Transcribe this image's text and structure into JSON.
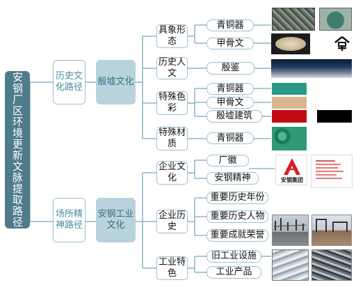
{
  "root": "安钢厂区环境更新文脉提取路径",
  "branches": [
    {
      "path": "历史文化路径",
      "theme": "殷墟文化",
      "groups": [
        {
          "name": "具象形态",
          "items": [
            "青铜器",
            "甲骨文"
          ]
        },
        {
          "name": "历史人文",
          "items": [
            "殷鉴"
          ]
        },
        {
          "name": "特殊色彩",
          "items": [
            "青铜器",
            "甲骨文",
            "殷墟建筑"
          ]
        },
        {
          "name": "特殊材质",
          "items": [
            "青铜器"
          ]
        }
      ]
    },
    {
      "path": "场所精神路径",
      "theme": "安钢工业文化",
      "groups": [
        {
          "name": "企业文化",
          "items": [
            "厂徽",
            "安钢精神"
          ]
        },
        {
          "name": "企业历史",
          "items": [
            "重要历史年份",
            "重要历史人物",
            "重要成就荣誉"
          ]
        },
        {
          "name": "工业特色",
          "items": [
            "旧工业设施",
            "工业产品"
          ]
        }
      ]
    }
  ],
  "logo_text": "安钢集团",
  "swatches": {
    "bronze": "#2a9a86",
    "oracle": "#d8b68c",
    "red": "#c40b14",
    "black": "#000000",
    "lines": "#7aa8ba"
  }
}
